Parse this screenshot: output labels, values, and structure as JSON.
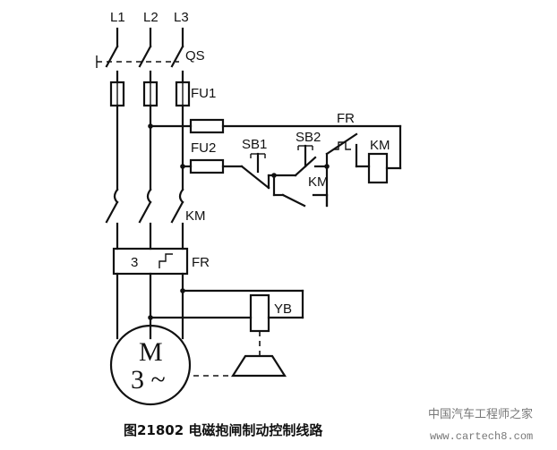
{
  "labels": {
    "l1": "L1",
    "l2": "L2",
    "l3": "L3",
    "qs": "QS",
    "fu1": "FU1",
    "fu2": "FU2",
    "sb1": "SB1",
    "sb2": "SB2",
    "fr_contact": "FR",
    "km_coil": "KM",
    "km_aux": "KM",
    "km_main": "KM",
    "fr_relay": "FR",
    "fr_count": "3",
    "yb": "YB",
    "motor_m": "M",
    "motor_phase": "3 ~"
  },
  "caption": "图21802 电磁抱闸制动控制线路",
  "watermark": {
    "line1": "中国汽车工程师之家",
    "line2": "www.cartech8.com"
  }
}
